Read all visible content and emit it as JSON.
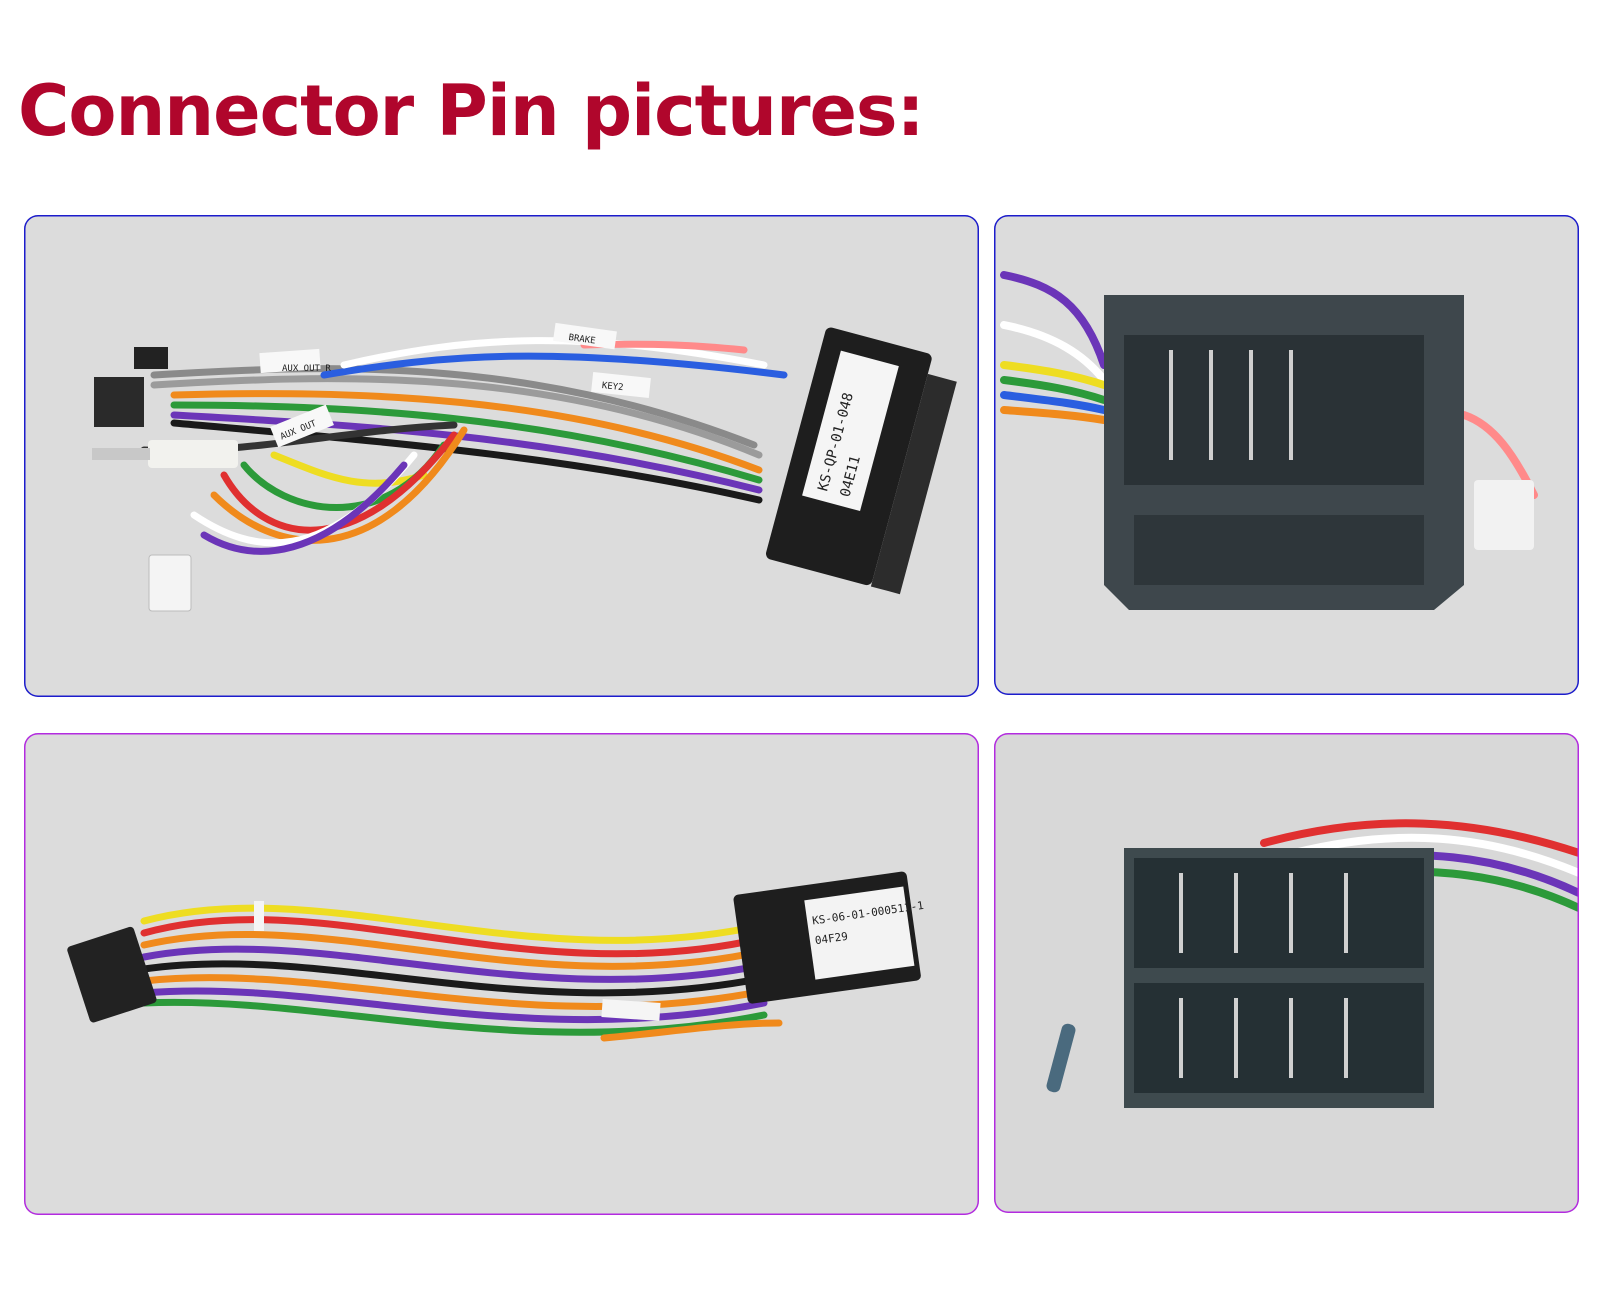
{
  "heading": {
    "text": "Connector Pin pictures:",
    "color": "#b0062c"
  },
  "frame_colors": {
    "top_row": "#1c1ccc",
    "bottom_row": "#b32be0"
  },
  "photo_labels": {
    "main_harness": {
      "part_number": "KS-QP-01-048",
      "batch": "04E11",
      "wire_tags": [
        "BRAKE",
        "AUX OUT R",
        "KEY2",
        "AUX OUT"
      ]
    },
    "iso_harness": {
      "part_number": "KS-06-01-000511-1",
      "batch": "04F29"
    }
  },
  "icons": {
    "main_harness_photo": "wiring-harness-photo",
    "quadlock_photo": "quadlock-connector-photo",
    "iso_harness_photo": "iso-harness-photo",
    "iso_connector_photo": "iso-connector-photo"
  }
}
